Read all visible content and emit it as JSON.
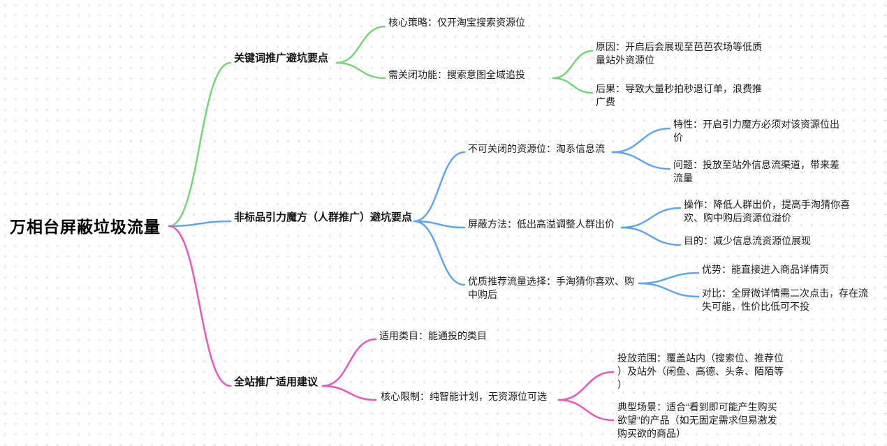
{
  "title": "万相台屏蔽垃圾流量",
  "colors": {
    "branch1": "#74d674",
    "branch2": "#5fa5f5",
    "branch3": "#e957be",
    "text": "#1d1d1f",
    "background_cross": "#e6e6ea"
  },
  "root": {
    "label": "万相台屏蔽垃圾流量"
  },
  "branches": [
    {
      "label": "关键词推广避坑要点",
      "color": "#74d674",
      "children": [
        {
          "label": "核心策略：仅开淘宝搜索资源位",
          "children": []
        },
        {
          "label": "需关闭功能：搜索意图全域追投",
          "children": [
            {
              "label": "原因：开启后会展现至芭芭农场等低质\n量站外资源位"
            },
            {
              "label": "后果：导致大量秒拍秒退订单，浪费推\n广费"
            }
          ]
        }
      ]
    },
    {
      "label": "非标品引力魔方（人群推广）避坑要点",
      "color": "#5fa5f5",
      "children": [
        {
          "label": "不可关闭的资源位：淘系信息流",
          "children": [
            {
              "label": "特性：开启引力魔方必须对该资源位出\n价"
            },
            {
              "label": "问题：投放至站外信息流渠道，带来差\n流量"
            }
          ]
        },
        {
          "label": "屏蔽方法：低出高溢调整人群出价",
          "children": [
            {
              "label": "操作：降低人群出价，提高手淘猜你喜\n欢、购中购后资源位溢价"
            },
            {
              "label": "目的：减少信息流资源位展现"
            }
          ]
        },
        {
          "label": "优质推荐流量选择：手淘猜你喜欢、购\n中购后",
          "children": [
            {
              "label": "优势：能直接进入商品详情页"
            },
            {
              "label": "对比：全屏微详情需二次点击，存在流\n失可能，性价比低可不投"
            }
          ]
        }
      ]
    },
    {
      "label": "全站推广适用建议",
      "color": "#e957be",
      "children": [
        {
          "label": "适用类目：能通投的类目",
          "children": []
        },
        {
          "label": "核心限制：纯智能计划，无资源位可选",
          "children": [
            {
              "label": "投放范围：覆盖站内（搜索位、推荐位\n）及站外（闲鱼、高德、头条、陌陌等\n）"
            },
            {
              "label": "典型场景：适合“看到即可能产生购买\n欲望”的产品（如无固定需求但易激发\n购买欲的商品）"
            }
          ]
        }
      ]
    }
  ]
}
